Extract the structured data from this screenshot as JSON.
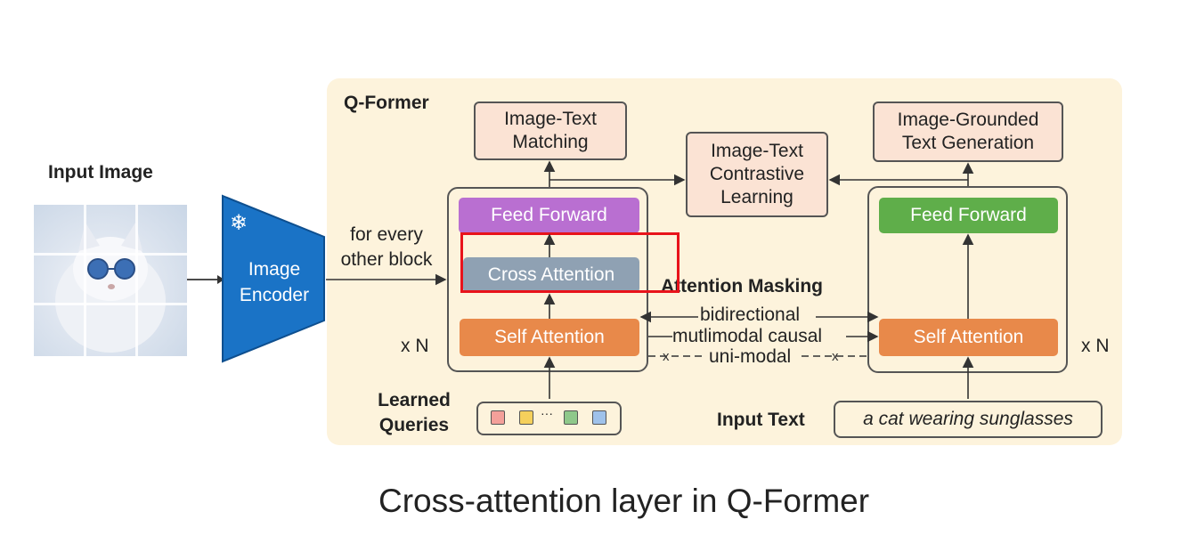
{
  "input_image": {
    "label": "Input Image"
  },
  "encoder": {
    "label_line1": "Image",
    "label_line2": "Encoder",
    "icon": "snowflake-icon"
  },
  "connector": {
    "line1": "for every",
    "line2": "other block"
  },
  "qformer": {
    "title": "Q-Former",
    "itm": {
      "line1": "Image-Text",
      "line2": "Matching"
    },
    "itc": {
      "line1": "Image-Text",
      "line2": "Contrastive",
      "line3": "Learning"
    },
    "itg": {
      "line1": "Image-Grounded",
      "line2": "Text Generation"
    },
    "left_stack": {
      "feed_forward": "Feed Forward",
      "cross_attention": "Cross Attention",
      "self_attention": "Self Attention",
      "repeat": "x N"
    },
    "right_stack": {
      "feed_forward": "Feed Forward",
      "self_attention": "Self Attention",
      "repeat": "x N"
    },
    "masking": {
      "title": "Attention Masking",
      "bidirectional": "bidirectional",
      "multimodal": "mutlimodal causal",
      "unimodal": "uni-modal"
    },
    "queries": {
      "line1": "Learned",
      "line2": "Queries",
      "ellipsis": "···"
    },
    "input_text": {
      "label": "Input Text",
      "value": "a cat wearing sunglasses"
    }
  },
  "caption": "Cross-attention layer in Q-Former",
  "colors": {
    "panel": "#fdf3dc",
    "purple": "#b96fd1",
    "green": "#5fae4a",
    "gray": "#8fa1b3",
    "orange": "#e8894a",
    "encoder": "#1a73c6",
    "highlight": "#e8131b",
    "token_colors": [
      "#f4a09a",
      "#f5d05c",
      "#8fc88a",
      "#9fc2ea"
    ]
  }
}
